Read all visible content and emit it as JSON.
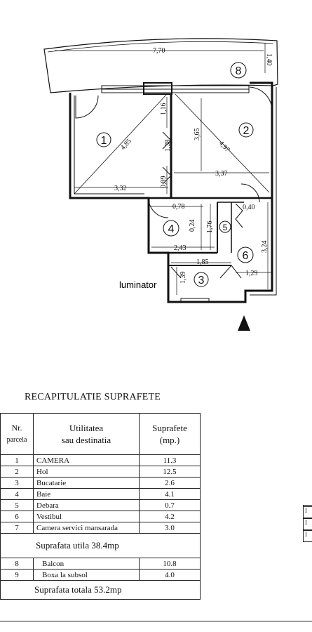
{
  "plan": {
    "rooms": [
      {
        "id": "1",
        "label": "1"
      },
      {
        "id": "2",
        "label": "2"
      },
      {
        "id": "3",
        "label": "3"
      },
      {
        "id": "4",
        "label": "4"
      },
      {
        "id": "5",
        "label": "5"
      },
      {
        "id": "6",
        "label": "6"
      },
      {
        "id": "8",
        "label": "8"
      }
    ],
    "dimensions": {
      "balcony_width": "7,70",
      "balcony_depth": "1,40",
      "r1_diag": "4,85",
      "r1_bottom": "3,32",
      "r2_diag": "4,97",
      "r2_width": "3,37",
      "r2_height": "3,65",
      "door_1": "1,16",
      "door_2": "1,38",
      "door_3": "0,99",
      "d_078": "0,78",
      "d_040": "0,40",
      "d_024": "0,24",
      "d_176": "1,76",
      "d_324": "3,24",
      "d_243": "2,43",
      "d_185": "1,85",
      "d_139": "1,39",
      "d_129": "1,29"
    },
    "luminator": "luminator"
  },
  "recap": {
    "title": "RECAPITULATIE SUPRAFETE",
    "headers": {
      "nr": "Nr.",
      "nr2": "parcela",
      "use": "Utilitatea",
      "use2": "sau destinatia",
      "area": "Suprafete",
      "area2": "(mp.)"
    },
    "rows": [
      {
        "nr": "1",
        "name": "CAMERA",
        "area": "11.3"
      },
      {
        "nr": "2",
        "name": "Hol",
        "area": "12.5"
      },
      {
        "nr": "3",
        "name": "Bucatarie",
        "area": "2.6"
      },
      {
        "nr": "4",
        "name": "Baie",
        "area": "4.1"
      },
      {
        "nr": "5",
        "name": "Debara",
        "area": "0.7"
      },
      {
        "nr": "6",
        "name": "Vestibul",
        "area": "4.2"
      },
      {
        "nr": "7",
        "name": "Camera servici mansarada",
        "area": "3.0"
      }
    ],
    "util": "Suprafata utila  38.4mp",
    "extra": [
      {
        "nr": "8",
        "name": "Balcon",
        "area": "10.8"
      },
      {
        "nr": "9",
        "name": "Boxa la subsol",
        "area": "4.0"
      }
    ],
    "total": "Suprafata totala  53.2mp"
  },
  "right_fragment": [
    "I",
    "I",
    "I"
  ]
}
